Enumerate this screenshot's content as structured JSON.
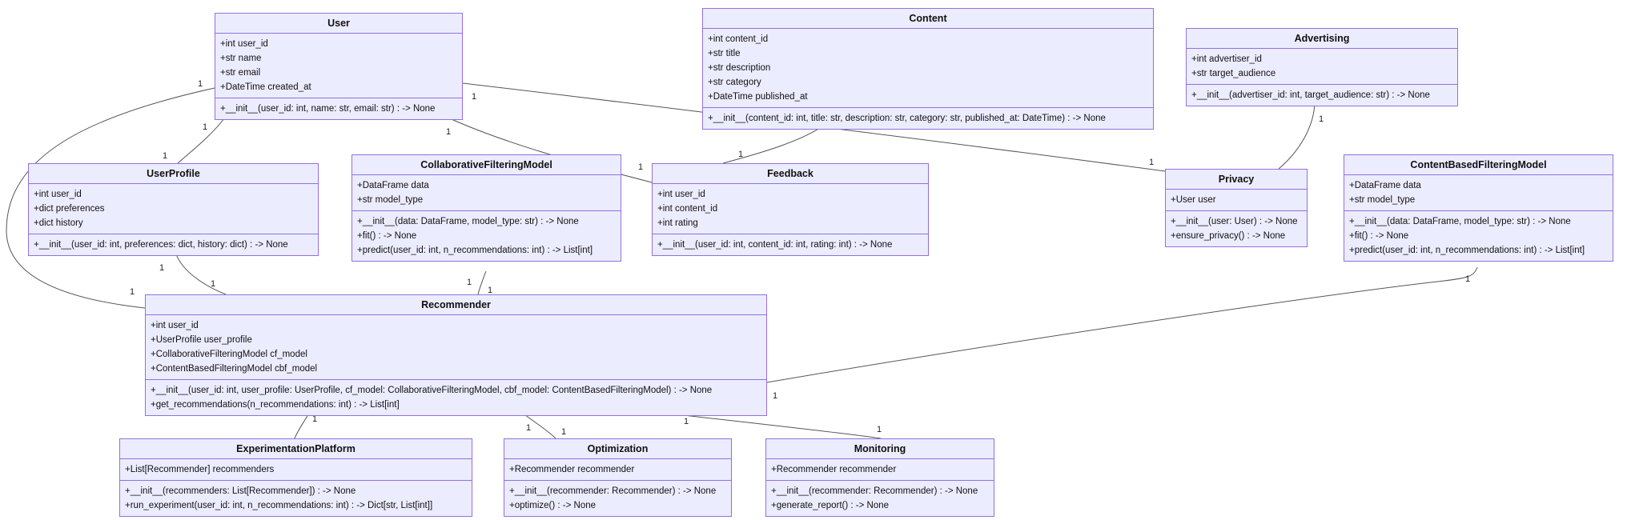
{
  "diagram": {
    "type": "uml-class-diagram",
    "background_color": "#ffffff",
    "box_fill_color": "#ECECFF",
    "box_border_color": "#9370DB",
    "edge_color": "#555555"
  },
  "classes": [
    {
      "name": "User",
      "attributes": [
        "+int user_id",
        "+str name",
        "+str email",
        "+DateTime created_at"
      ],
      "methods": [
        "+__init__(user_id: int, name: str, email: str) : -> None"
      ]
    },
    {
      "name": "Content",
      "attributes": [
        "+int content_id",
        "+str title",
        "+str description",
        "+str category",
        "+DateTime published_at"
      ],
      "methods": [
        "+__init__(content_id: int, title: str, description: str, category: str, published_at: DateTime) : -> None"
      ]
    },
    {
      "name": "Advertising",
      "attributes": [
        "+int advertiser_id",
        "+str target_audience"
      ],
      "methods": [
        "+__init__(advertiser_id: int, target_audience: str) : -> None"
      ]
    },
    {
      "name": "UserProfile",
      "attributes": [
        "+int user_id",
        "+dict preferences",
        "+dict history"
      ],
      "methods": [
        "+__init__(user_id: int, preferences: dict, history: dict) : -> None"
      ]
    },
    {
      "name": "CollaborativeFilteringModel",
      "attributes": [
        "+DataFrame data",
        "+str model_type"
      ],
      "methods": [
        "+__init__(data: DataFrame, model_type: str) : -> None",
        "+fit() : -> None",
        "+predict(user_id: int, n_recommendations: int) : -> List[int]"
      ]
    },
    {
      "name": "Feedback",
      "attributes": [
        "+int user_id",
        "+int content_id",
        "+int rating"
      ],
      "methods": [
        "+__init__(user_id: int, content_id: int, rating: int) : -> None"
      ]
    },
    {
      "name": "Privacy",
      "attributes": [
        "+User user"
      ],
      "methods": [
        "+__init__(user: User) : -> None",
        "+ensure_privacy() : -> None"
      ]
    },
    {
      "name": "ContentBasedFilteringModel",
      "attributes": [
        "+DataFrame data",
        "+str model_type"
      ],
      "methods": [
        "+__init__(data: DataFrame, model_type: str) : -> None",
        "+fit() : -> None",
        "+predict(user_id: int, n_recommendations: int) : -> List[int]"
      ]
    },
    {
      "name": "Recommender",
      "attributes": [
        "+int user_id",
        "+UserProfile user_profile",
        "+CollaborativeFilteringModel cf_model",
        "+ContentBasedFilteringModel cbf_model"
      ],
      "methods": [
        "+__init__(user_id: int, user_profile: UserProfile, cf_model: CollaborativeFilteringModel, cbf_model: ContentBasedFilteringModel) : -> None",
        "+get_recommendations(n_recommendations: int) : -> List[int]"
      ]
    },
    {
      "name": "ExperimentationPlatform",
      "attributes": [
        "+List[Recommender] recommenders"
      ],
      "methods": [
        "+__init__(recommenders: List[Recommender]) : -> None",
        "+run_experiment(user_id: int, n_recommendations: int) : -> Dict[str, List[int]]"
      ]
    },
    {
      "name": "Optimization",
      "attributes": [
        "+Recommender recommender"
      ],
      "methods": [
        "+__init__(recommender: Recommender) : -> None",
        "+optimize() : -> None"
      ]
    },
    {
      "name": "Monitoring",
      "attributes": [
        "+Recommender recommender"
      ],
      "methods": [
        "+__init__(recommender: Recommender) : -> None",
        "+generate_report() : -> None"
      ]
    }
  ],
  "edges": [
    {
      "source": "User",
      "target": "UserProfile",
      "source_label": "1",
      "target_label": "1"
    },
    {
      "source": "User",
      "target": "Recommender",
      "source_label": "1",
      "target_label": "1"
    },
    {
      "source": "UserProfile",
      "target": "Recommender",
      "source_label": "1",
      "target_label": "1"
    },
    {
      "source": "User",
      "target": "Feedback",
      "source_label": "1",
      "target_label": "1"
    },
    {
      "source": "User",
      "target": "Privacy",
      "source_label": "1",
      "target_label": "1"
    },
    {
      "source": "Content",
      "target": "Feedback",
      "source_label": "",
      "target_label": "1"
    },
    {
      "source": "CollaborativeFilteringModel",
      "target": "Recommender",
      "source_label": "1",
      "target_label": "1"
    },
    {
      "source": "Recommender",
      "target": "ContentBasedFilteringModel",
      "source_label": "1",
      "target_label": "1"
    },
    {
      "source": "Recommender",
      "target": "ExperimentationPlatform",
      "source_label": "1",
      "target_label": "1"
    },
    {
      "source": "Recommender",
      "target": "Optimization",
      "source_label": "1",
      "target_label": "1"
    },
    {
      "source": "Recommender",
      "target": "Monitoring",
      "source_label": "1",
      "target_label": "1"
    },
    {
      "source": "Advertising",
      "target": "Privacy",
      "source_label": "1",
      "target_label": ""
    }
  ]
}
